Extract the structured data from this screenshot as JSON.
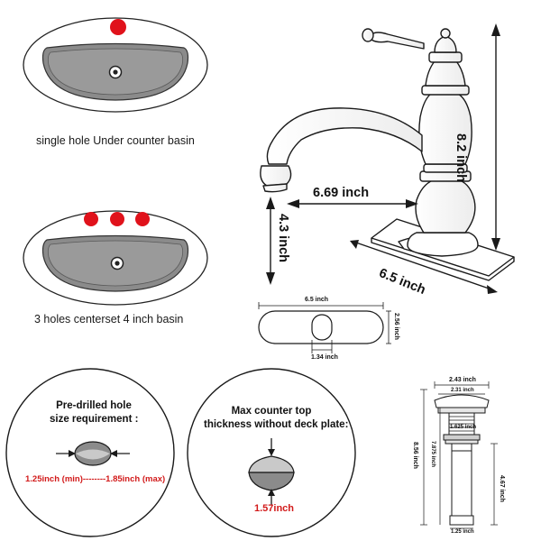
{
  "colors": {
    "accent_red": "#e0121b",
    "basin_fill": "#8a8a8a",
    "line": "#1a1a1a"
  },
  "basins": {
    "single": {
      "caption": "single hole Under counter basin",
      "hole_count": 1
    },
    "three": {
      "caption": "3 holes centerset 4 inch basin",
      "hole_count": 3
    }
  },
  "faucet": {
    "height": "8.2 inch",
    "spout_reach": "6.69 inch",
    "spout_height": "4.3 inch",
    "plate_length": "6.5 inch"
  },
  "deck_plate": {
    "length": "6.5 inch",
    "width": "2.56 inch",
    "hole": "1.34 inch"
  },
  "predrilled": {
    "title_line1": "Pre-drilled hole",
    "title_line2": "size requirement :",
    "range": "1.25inch (min)--------1.85inch (max)"
  },
  "counter": {
    "title_line1": "Max counter top",
    "title_line2": "thickness without deck plate:",
    "value": "1.57inch"
  },
  "drain": {
    "top_width": "2.43 inch",
    "inner_width": "2.31 inch",
    "middle": "1.625 inch",
    "total_height": "8.56 inch",
    "upper_height": "7.875 inch",
    "lower_height": "4.67 inch",
    "bottom_width": "1.25 inch"
  }
}
